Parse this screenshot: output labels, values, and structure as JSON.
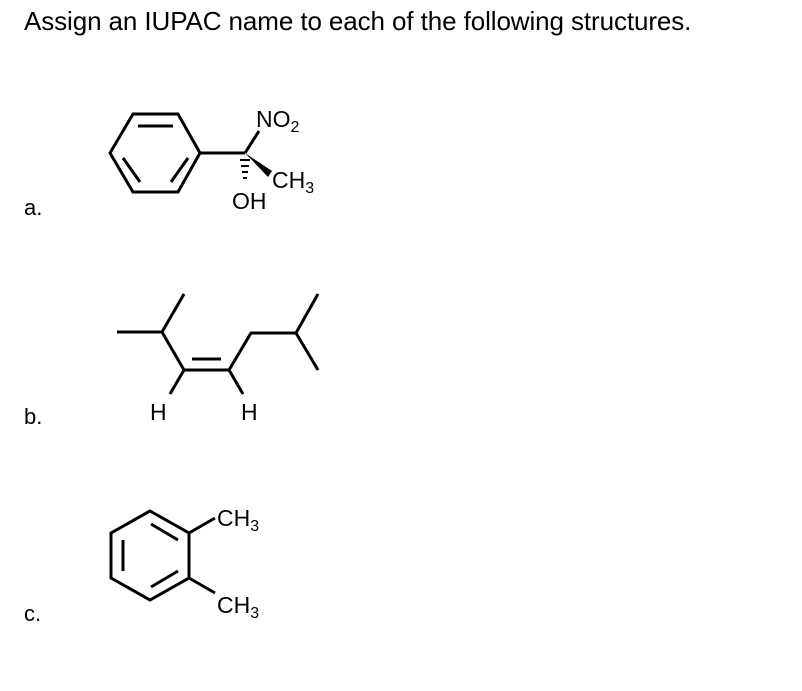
{
  "document": {
    "instruction": "Assign an IUPAC name to each of the following structures.",
    "problems": [
      {
        "label": "a.",
        "structure": "benzene ring bonded to stereocenter bearing NO2 (up), CH3 (wedge), OH (hash)",
        "atoms": {
          "nitro_main": "NO",
          "nitro_sub": "2",
          "methyl_main": "CH",
          "methyl_sub": "3",
          "hydroxyl": "OH"
        }
      },
      {
        "label": "b.",
        "structure": "cis alkene with isopropyl and isobutyl substituents (skeletal)",
        "atoms": {
          "h_left": "H",
          "h_right": "H"
        }
      },
      {
        "label": "c.",
        "structure": "benzene ring with two adjacent methyl groups",
        "atoms": {
          "methyl1_main": "CH",
          "methyl1_sub": "3",
          "methyl2_main": "CH",
          "methyl2_sub": "3"
        }
      }
    ]
  }
}
